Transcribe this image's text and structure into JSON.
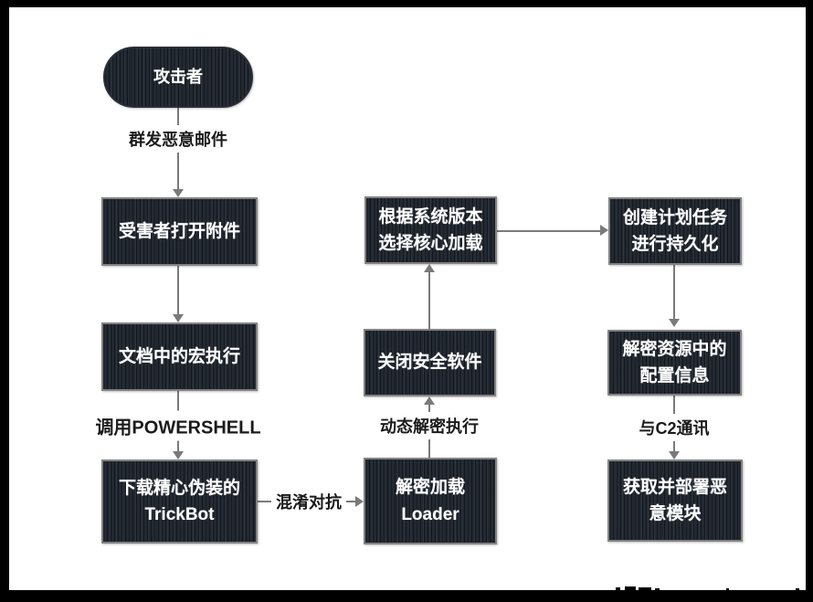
{
  "diagram": {
    "type": "flowchart",
    "topic": "TrickBot 攻击流程",
    "nodes": [
      {
        "id": "attacker",
        "shape": "pill",
        "label": "攻击者"
      },
      {
        "id": "open-attachment",
        "shape": "rect",
        "label": "受害者打开附件"
      },
      {
        "id": "macro-exec",
        "shape": "rect",
        "label": "文档中的宏执行"
      },
      {
        "id": "download-trickbot",
        "shape": "rect",
        "label": "下载精心伪装的\nTrickBot"
      },
      {
        "id": "decrypt-loader",
        "shape": "rect",
        "label": "解密加载\nLoader"
      },
      {
        "id": "kill-security",
        "shape": "rect",
        "label": "关闭安全软件"
      },
      {
        "id": "select-core",
        "shape": "rect",
        "label": "根据系统版本\n选择核心加载"
      },
      {
        "id": "scheduled-task",
        "shape": "rect",
        "label": "创建计划任务\n进行持久化"
      },
      {
        "id": "decrypt-config",
        "shape": "rect",
        "label": "解密资源中的\n配置信息"
      },
      {
        "id": "deploy-modules",
        "shape": "rect",
        "label": "获取并部署恶\n意模块"
      }
    ],
    "edge_labels": [
      {
        "id": "mass-mail",
        "label": "群发恶意邮件",
        "edge": "attacker -> open-attachment"
      },
      {
        "id": "call-powershell",
        "label": "调用POWERSHELL",
        "edge": "macro-exec -> download-trickbot"
      },
      {
        "id": "obfuscation",
        "label": "混淆对抗",
        "edge": "download-trickbot -> decrypt-loader"
      },
      {
        "id": "dynamic-decrypt",
        "label": "动态解密执行",
        "edge": "decrypt-loader -> kill-security"
      },
      {
        "id": "c2-comm",
        "label": "与C2通讯",
        "edge": "decrypt-config -> deploy-modules"
      }
    ],
    "colors": {
      "frame": "#000000",
      "canvas": "#ffffff",
      "node_fill": "#232932",
      "node_border": "#828282",
      "node_text": "#ffffff",
      "arrow": "#7a7a7a",
      "edge_label_text": "#1b1b1b"
    }
  }
}
